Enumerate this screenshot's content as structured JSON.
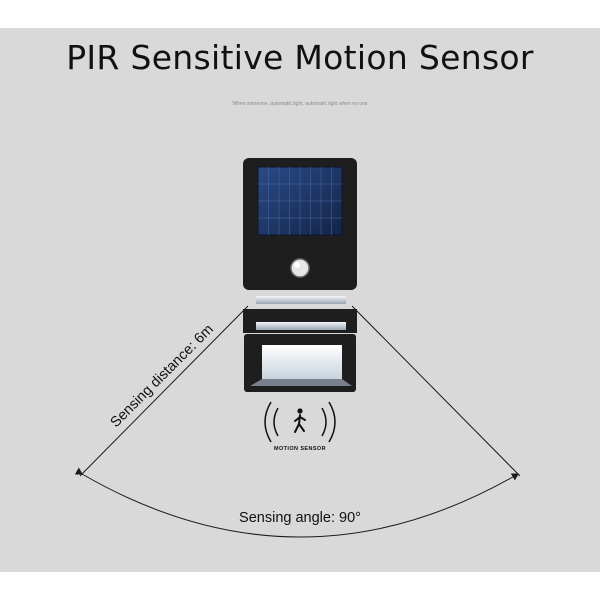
{
  "title": "PIR Sensitive Motion Sensor",
  "subtitle": "When someone, automatic light, automatic light when no one",
  "labels": {
    "distance": "Sensing distance: 6m",
    "angle": "Sensing angle: 90°",
    "motion_badge": "MOTION SENSOR"
  },
  "icons": {
    "person": "walking-person-icon",
    "waves": "motion-wave-icon"
  },
  "colors": {
    "background": "#d9d9d9",
    "lamp_body": "#1e1e1e",
    "solar_panel": "#1b2f5e",
    "light_glow": "#f2f6fb",
    "lines": "#1a1a1a"
  }
}
